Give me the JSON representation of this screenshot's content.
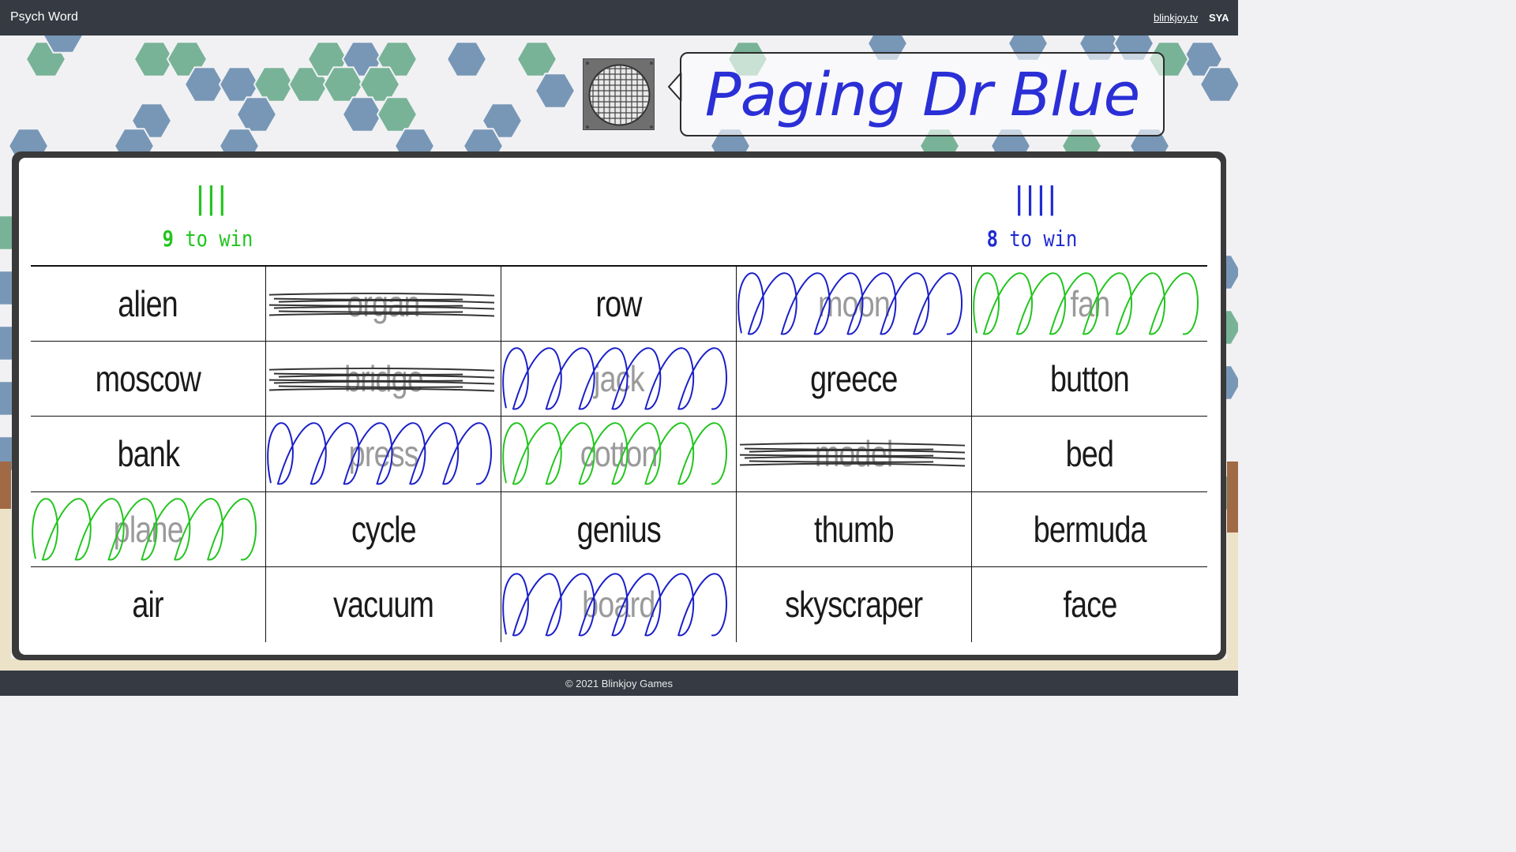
{
  "header": {
    "app_title": "Psych Word",
    "site_link": "blinkjoy.tv",
    "user": "SYA"
  },
  "clue": {
    "text": "Paging Dr Blue"
  },
  "scores": {
    "green": {
      "tally": "|||",
      "remaining": "9",
      "suffix": "to win",
      "color": "#22c51e"
    },
    "blue": {
      "tally": "||||",
      "remaining": "8",
      "suffix": "to win",
      "color": "#1f2bd0"
    }
  },
  "board": {
    "cells": [
      {
        "word": "alien",
        "mark": "none"
      },
      {
        "word": "organ",
        "mark": "neutral"
      },
      {
        "word": "row",
        "mark": "none"
      },
      {
        "word": "moon",
        "mark": "blue"
      },
      {
        "word": "fan",
        "mark": "green"
      },
      {
        "word": "moscow",
        "mark": "none"
      },
      {
        "word": "bridge",
        "mark": "neutral"
      },
      {
        "word": "jack",
        "mark": "blue"
      },
      {
        "word": "greece",
        "mark": "none"
      },
      {
        "word": "button",
        "mark": "none"
      },
      {
        "word": "bank",
        "mark": "none"
      },
      {
        "word": "press",
        "mark": "blue"
      },
      {
        "word": "cotton",
        "mark": "green"
      },
      {
        "word": "model",
        "mark": "neutral"
      },
      {
        "word": "bed",
        "mark": "none"
      },
      {
        "word": "plane",
        "mark": "green"
      },
      {
        "word": "cycle",
        "mark": "none"
      },
      {
        "word": "genius",
        "mark": "none"
      },
      {
        "word": "thumb",
        "mark": "none"
      },
      {
        "word": "bermuda",
        "mark": "none"
      },
      {
        "word": "air",
        "mark": "none"
      },
      {
        "word": "vacuum",
        "mark": "none"
      },
      {
        "word": "board",
        "mark": "blue"
      },
      {
        "word": "skyscraper",
        "mark": "none"
      },
      {
        "word": "face",
        "mark": "none"
      }
    ]
  },
  "colors": {
    "green": "#22c51e",
    "blue": "#1a1fc9",
    "neutral": "#333333",
    "hex_green": "#78b397",
    "hex_blue": "#7897b7"
  },
  "footer": {
    "copyright": "© 2021 Blinkjoy Games"
  }
}
